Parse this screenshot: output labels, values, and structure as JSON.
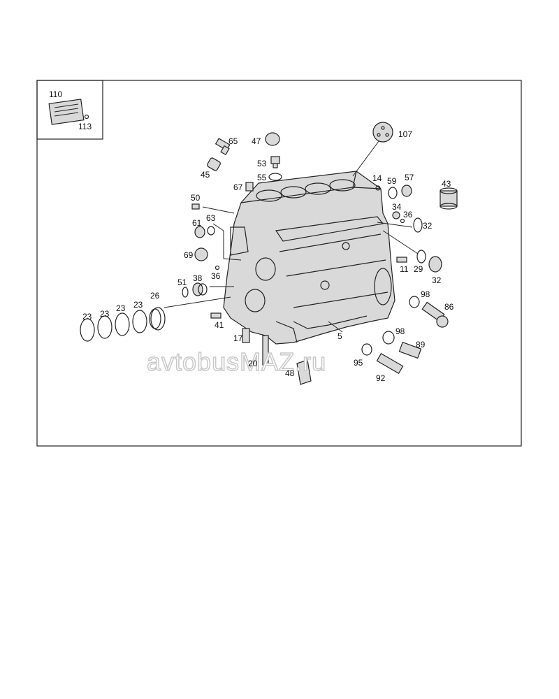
{
  "watermark": "avtobusMAZ.ru",
  "callouts": [
    "110",
    "113",
    "65",
    "47",
    "107",
    "45",
    "53",
    "55",
    "67",
    "14",
    "59",
    "57",
    "43",
    "50",
    "34",
    "36",
    "61",
    "63",
    "32",
    "69",
    "11",
    "29",
    "32",
    "51",
    "38",
    "36",
    "26",
    "23",
    "23",
    "23",
    "23",
    "98",
    "86",
    "41",
    "17",
    "5",
    "98",
    "89",
    "20",
    "95",
    "48",
    "92"
  ]
}
